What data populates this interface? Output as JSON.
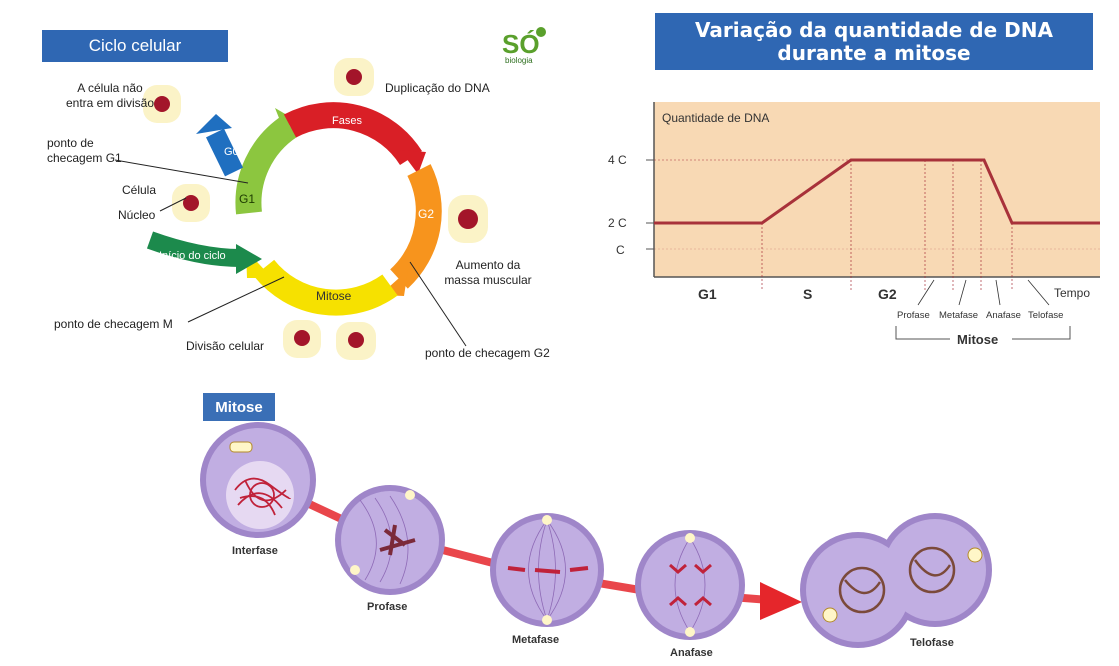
{
  "cycle": {
    "title": "Ciclo celular",
    "logo_text": "SÓ",
    "logo_sub": "biologia",
    "labels": {
      "no_division": [
        "A célula não",
        "entra em divisão"
      ],
      "dna_dup": "Duplicação do DNA",
      "checkpoint_g1": [
        "ponto de",
        "checagem G1"
      ],
      "cell": "Célula",
      "nucleus": "Núcleo",
      "growth": [
        "Aumento da",
        "massa muscular"
      ],
      "checkpoint_m": "ponto de checagem M",
      "division": "Divisão celular",
      "checkpoint_g2": "ponto de checagem G2"
    },
    "arcs": {
      "fases": "Fases",
      "g0": "G0",
      "g1": "G1",
      "g2": "G2",
      "mitose": "Mitose",
      "inicio": "Início do ciclo"
    }
  },
  "dna_chart": {
    "title_line1": "Variação da quantidade de DNA",
    "title_line2": "durante a mitose"
  },
  "chart_data": {
    "type": "line",
    "title": "Variação da quantidade de DNA durante a mitose",
    "ylabel": "Quantidade de DNA",
    "xlabel": "Tempo",
    "y_ticks": [
      "C",
      "2 C",
      "4 C"
    ],
    "x_sections": [
      "G1",
      "S",
      "G2"
    ],
    "mitosis_phases": [
      "Profase",
      "Metafase",
      "Anafase",
      "Telofase"
    ],
    "mitosis_label": "Mitose",
    "series": [
      {
        "points": [
          [
            "G1 start",
            2
          ],
          [
            "S start",
            2
          ],
          [
            "G2 start",
            4
          ],
          [
            "Anafase",
            4
          ],
          [
            "Telofase",
            2
          ],
          [
            "end",
            2
          ]
        ]
      }
    ]
  },
  "mitosis": {
    "title": "Mitose",
    "stages": [
      "Interfase",
      "Profase",
      "Metafase",
      "Anafase",
      "Telofase"
    ]
  },
  "colors": {
    "blue_header": "#2f67b3",
    "chart_bg": "#f8d9b4",
    "chart_line": "#a8323a",
    "cell_purple": "#a98bd0",
    "arrow_red": "#e5262b"
  }
}
